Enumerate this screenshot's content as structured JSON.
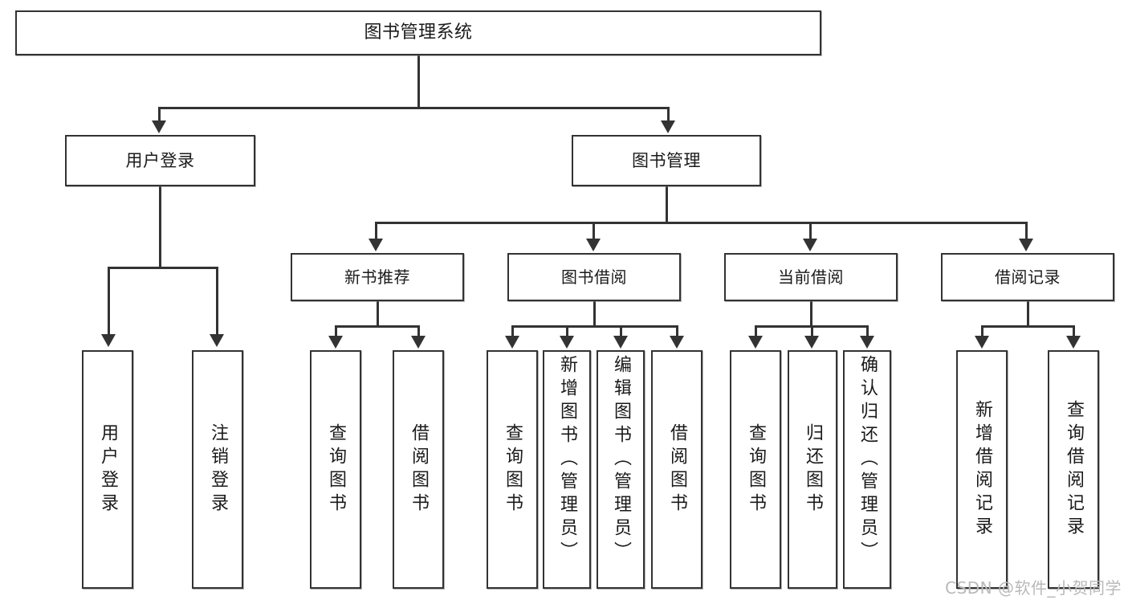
{
  "diagram": {
    "title": "图书管理系统",
    "watermark": "CSDN @软件_小贺同学",
    "root": {
      "label": "图书管理系统"
    },
    "level2": [
      {
        "label": "用户登录"
      },
      {
        "label": "图书管理"
      }
    ],
    "level3": [
      {
        "label": "新书推荐"
      },
      {
        "label": "图书借阅"
      },
      {
        "label": "当前借阅"
      },
      {
        "label": "借阅记录"
      }
    ],
    "leaves": {
      "user_login": [
        {
          "label": "用户登录"
        },
        {
          "label": "注销登录"
        }
      ],
      "new_book": [
        {
          "label": "查询图书"
        },
        {
          "label": "借阅图书"
        }
      ],
      "book_borrow": [
        {
          "label": "查询图书"
        },
        {
          "label": "新增图书（管理员）"
        },
        {
          "label": "编辑图书（管理员）"
        },
        {
          "label": "借阅图书"
        }
      ],
      "current_borrow": [
        {
          "label": "查询图书"
        },
        {
          "label": "归还图书"
        },
        {
          "label": "确认归还（管理员）"
        }
      ],
      "borrow_record": [
        {
          "label": "新增借阅记录"
        },
        {
          "label": "查询借阅记录"
        }
      ]
    }
  },
  "colors": {
    "stroke": "#333333",
    "fill": "#ffffff",
    "text": "#1a1a1a",
    "watermark": "#b9b9b9"
  }
}
